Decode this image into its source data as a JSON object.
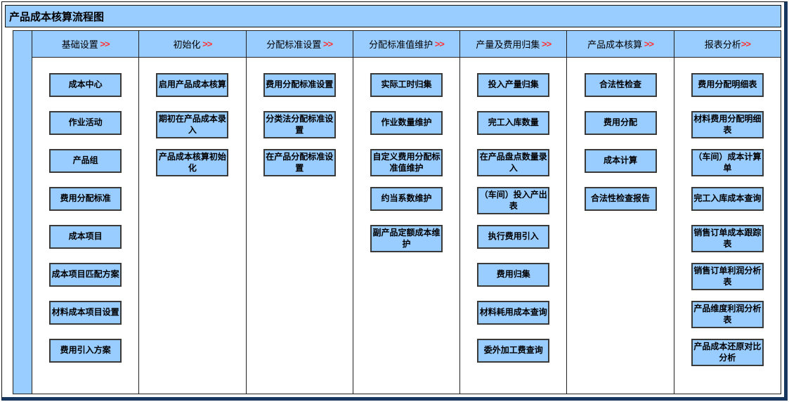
{
  "title": "产品成本核算流程图",
  "colors": {
    "cell_blue": "#99CCFF",
    "arrow_red": "#FF3333",
    "outer_border_navy": "#17375E",
    "grid_line": "#222222"
  },
  "columns": [
    {
      "header": "基础设置",
      "arrow": " >>",
      "boxes": [
        "成本中心",
        "作业活动",
        "产品组",
        "费用分配标准",
        "成本项目",
        "成本项目匹配方案",
        "材料成本项目设置",
        "费用引入方案"
      ]
    },
    {
      "header": "初始化",
      "arrow": " >>",
      "boxes": [
        "启用产品成本核算",
        "期初在产品成本录入",
        "产品成本核算初始化"
      ]
    },
    {
      "header": "分配标准设置",
      "arrow": " >>",
      "boxes": [
        "费用分配标准设置",
        "分类法分配标准设置",
        "在产品分配标准设置"
      ]
    },
    {
      "header": "分配标准值维护",
      "arrow": " >>",
      "boxes": [
        "实际工时归集",
        "作业数量维护",
        "自定义费用分配标准值维护",
        "约当系数维护",
        "副产品定额成本维护"
      ]
    },
    {
      "header": "产量及费用归集",
      "arrow": " >>",
      "boxes": [
        "投入产量归集",
        "完工入库数量",
        "在产品盘点数量录入",
        "（车间）投入产出表",
        "执行费用引入",
        "费用归集",
        "材料耗用成本查询",
        "委外加工费查询"
      ]
    },
    {
      "header": "产品成本核算",
      "arrow": " >>",
      "boxes": [
        "合法性检查",
        "费用分配",
        "成本计算",
        "合法性检查报告"
      ]
    },
    {
      "header": "报表分析",
      "arrow": ">>",
      "boxes": [
        "费用分配明细表",
        "材料费用分配明细表",
        "（车间）成本计算单",
        "完工入库成本查询",
        "销售订单成本跟踪表",
        "销售订单利润分析表",
        "产品维度利润分析表",
        "产品成本还原对比分析"
      ]
    }
  ]
}
